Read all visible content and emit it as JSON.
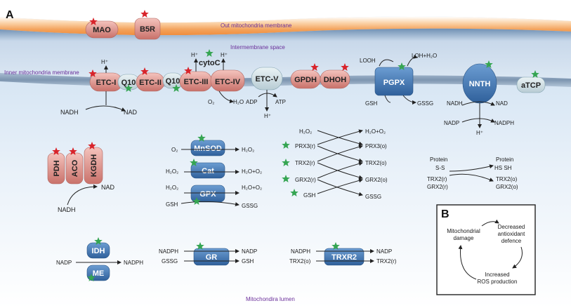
{
  "panel_a": {
    "letter": "A",
    "membranes": {
      "outer": "Out mitochondria membrane",
      "inner": "Inner mitochondria membrane",
      "intermembrane": "Intermembrane space",
      "lumen": "Mitochondira lumen"
    },
    "outer_proteins": [
      "MAO",
      "B5R"
    ],
    "etc": {
      "etc1": "ETC-I",
      "q10a": "Q10",
      "etc2": "ETC-II",
      "q10b": "Q10",
      "etc3": "ETC-III",
      "etc4": "ETC-IV",
      "etc5": "ETC-V",
      "cytoc": "cytoC",
      "gpdh": "GPDH",
      "dhoh": "DHOH",
      "pgpx": "PGPX",
      "nnth": "NNTH",
      "atcp": "aTCP"
    },
    "etc_labels": {
      "h1": "H⁺",
      "h3": "H⁺",
      "h4": "H⁺",
      "h5": "H⁺",
      "nadh": "NADH",
      "nad": "NAD",
      "o2": "O₂",
      "h2o": "H₂O",
      "adp": "ADP",
      "atp": "ATP",
      "looh": "LOOH",
      "loh": "LOH+H₂O",
      "gsh": "GSH",
      "gssg": "GSSG",
      "nnth_nadh": "NADH",
      "nnth_nad": "NAD",
      "nnth_nadp": "NADP",
      "nnth_nadph": "NADPH",
      "nnth_h": "H⁺"
    },
    "tca": {
      "pdh": "PDH",
      "aco": "ACO",
      "kgdh": "KGDH",
      "nadh": "NADH",
      "nad": "NAD"
    },
    "antiox": {
      "mnsod": "MnSOD",
      "cat": "Cat",
      "gpx": "GPX",
      "o2": "O₂",
      "h2o2_1": "H₂O₂",
      "h2o2_2": "H₂O₂",
      "h2o_o2_1": "H₂O+O₂",
      "h2o2_3": "H₂O₂",
      "h2o_o2_2": "H₂O+O₂",
      "gsh": "GSH",
      "gssg": "GSSG"
    },
    "prx": {
      "h2o2": "H₂O₂",
      "h2o_o2": "H₂O+O₂",
      "prx3r": "PRX3(r)",
      "prx3o": "PRX3(o)",
      "trx2r": "TRX2(r)",
      "trx2o": "TRX2(o)",
      "grx2r": "GRX2(r)",
      "grx2o": "GRX2(o)",
      "gsh": "GSH",
      "gssg": "GSSG"
    },
    "protein": {
      "protein_l": "Protein",
      "ss": "S-S",
      "trx2r": "TRX2(r)",
      "grx2r": "GRX2(r)",
      "protein_r": "Protein",
      "hssh": "HS SH",
      "trx2o": "TRX2(o)",
      "grx2o": "GRX2(o)"
    },
    "nadph": {
      "idh": "IDH",
      "me": "ME",
      "nadp": "NADP",
      "nadph": "NADPH",
      "gr": "GR",
      "gr_nadph": "NADPH",
      "gr_nadp": "NADP",
      "gr_gssg": "GSSG",
      "gr_gsh": "GSH",
      "trxr2": "TRXR2",
      "t_nadph": "NADPH",
      "t_nadp": "NADP",
      "t_trx2o": "TRX2(o)",
      "t_trx2r": "TRX2(r)"
    }
  },
  "panel_b": {
    "letter": "B",
    "node_mito": [
      "Mitochondrial",
      "damage"
    ],
    "node_anti": [
      "Decreased",
      "antioxidant",
      "defence"
    ],
    "node_ros": [
      "Increased",
      "ROS production"
    ]
  },
  "colors": {
    "outer_membrane": "#f5a05a",
    "inner_membrane": "#8fa6bf",
    "lumen": "#cfe0f2",
    "red_protein": "#e0958e",
    "blue_protein": "#3f78b5",
    "star_red": "#d8232a",
    "star_green": "#35a552"
  }
}
